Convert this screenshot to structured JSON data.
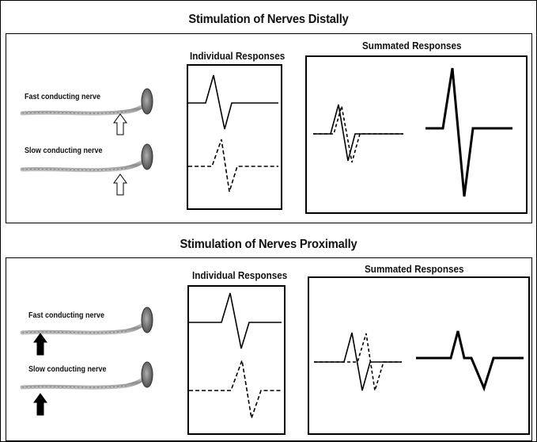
{
  "distal": {
    "title": "Stimulation of Nerves Distally",
    "individual_title": "Individual Responses",
    "summated_title": "Summated Responses",
    "fast_label": "Fast conducting nerve",
    "slow_label": "Slow conducting nerve"
  },
  "proximal": {
    "title": "Stimulation of Nerves Proximally",
    "individual_title": "Individual Responses",
    "summated_title": "Summated Responses",
    "fast_label": "Fast conducting nerve",
    "slow_label": "Slow conducting nerve"
  },
  "colors": {
    "line": "#000000",
    "nerve": "#9a9a9a",
    "muscle": "#7a7a7a"
  },
  "icons": {
    "distal_arrow": "hollow-up-arrow",
    "proximal_arrow": "solid-up-arrow"
  }
}
